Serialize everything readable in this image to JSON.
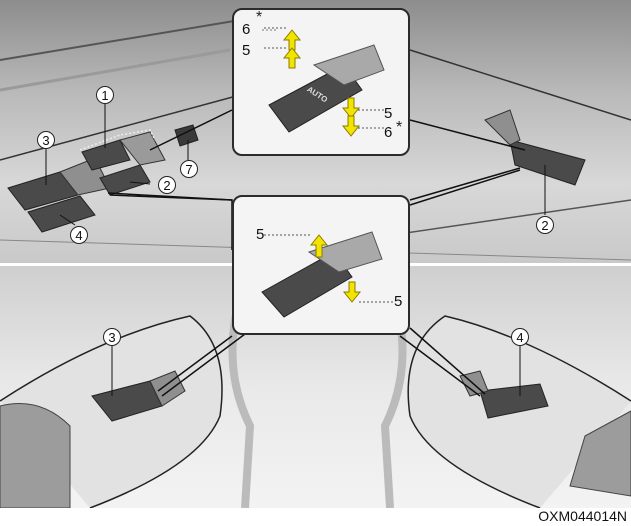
{
  "figure": {
    "caption_code": "OXM044014N",
    "subject": "Power window switches",
    "callouts": {
      "driver_switch": {
        "auto_label": "AUTO",
        "up_labels": [
          "6",
          "5"
        ],
        "down_labels": [
          "5",
          "6"
        ],
        "asterisk": "*"
      },
      "passenger_switch": {
        "up_label": "5",
        "down_label": "5"
      }
    },
    "markers": {
      "m1": "1",
      "m2a": "2",
      "m2b": "2",
      "m3a": "3",
      "m3b": "3",
      "m4a": "4",
      "m4b": "4",
      "m7": "7"
    },
    "colors": {
      "arrow": "#f2e400",
      "switch": "#4a4a4a",
      "outline": "#222222"
    }
  }
}
